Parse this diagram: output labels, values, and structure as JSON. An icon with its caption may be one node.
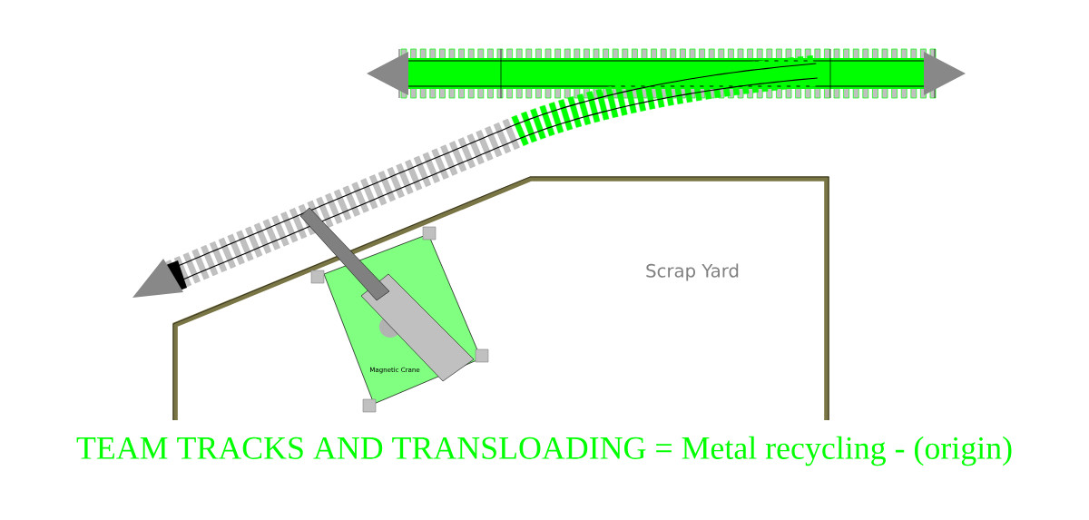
{
  "diagram": {
    "caption": "TEAM TRACKS AND TRANSLOADING = Metal recycling - (origin)",
    "nodes": [
      {
        "text": [
          "Magnetic Crane"
        ]
      }
    ],
    "labels": [
      "Scrap Yard"
    ]
  }
}
